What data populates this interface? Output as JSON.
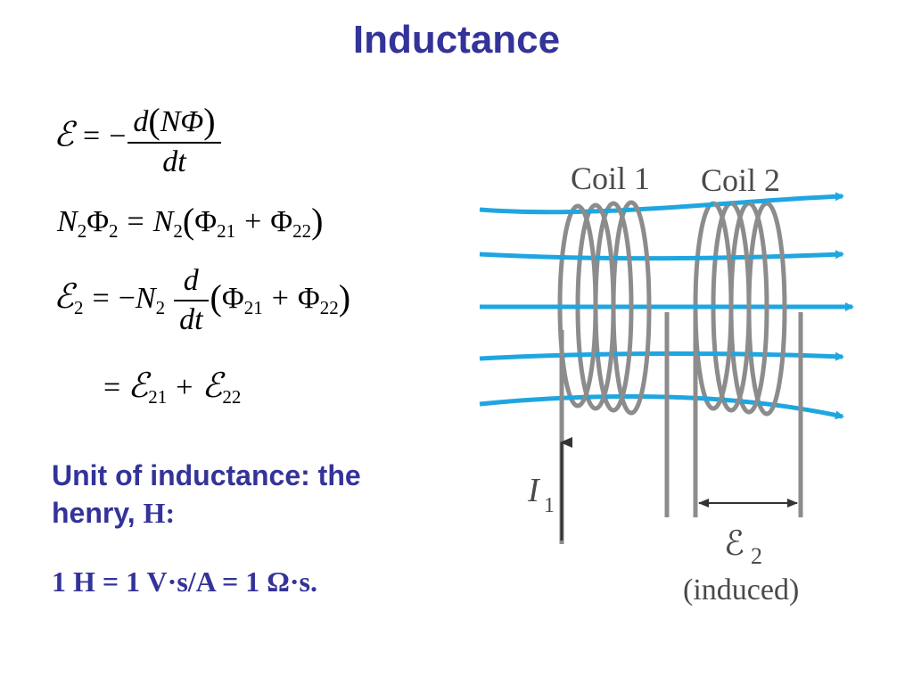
{
  "slide": {
    "title": "Inductance"
  },
  "equations": {
    "eq1": {
      "lhs": "ℰ",
      "equals": "=",
      "minus": "−",
      "num_d": "d",
      "num_open": "(",
      "num_body": "NΦ",
      "num_close": ")",
      "den": "dt"
    },
    "eq2": {
      "N": "N",
      "N_sub": "2",
      "Phi": "Φ",
      "Phi_sub": "2",
      "equals": "=",
      "N_r": "N",
      "N_r_sub": "2",
      "open": "(",
      "Phi_a": "Φ",
      "Phi_a_sub": "21",
      "plus": "+",
      "Phi_b": "Φ",
      "Phi_b_sub": "22",
      "close": ")"
    },
    "eq3": {
      "lhs": "ℰ",
      "lhs_sub": "2",
      "equals": "=",
      "minus": "−",
      "N": "N",
      "N_sub": "2",
      "num": "d",
      "den": "dt",
      "open": "(",
      "Phi_a": "Φ",
      "Phi_a_sub": "21",
      "plus": "+",
      "Phi_b": "Φ",
      "Phi_b_sub": "22",
      "close": ")"
    },
    "eq4": {
      "equals": "=",
      "e_a": "ℰ",
      "e_a_sub": "21",
      "plus": "+",
      "e_b": "ℰ",
      "e_b_sub": "22"
    }
  },
  "unit": {
    "line1": "Unit of inductance: the",
    "line2": "henry, ",
    "symbol": "H:",
    "equation": "1 H = 1 V·s/A = 1 Ω·s."
  },
  "diagram": {
    "coil1_label": "Coil 1",
    "coil2_label": "Coil 2",
    "current_label": "I",
    "current_sub": "1",
    "emf_label": "ℰ",
    "emf_sub": "2",
    "emf_note": "(induced)",
    "colors": {
      "field_lines": "#1fa6e0",
      "wire": "#8c8c8c",
      "arrow": "#333333",
      "title": "#333399"
    }
  }
}
